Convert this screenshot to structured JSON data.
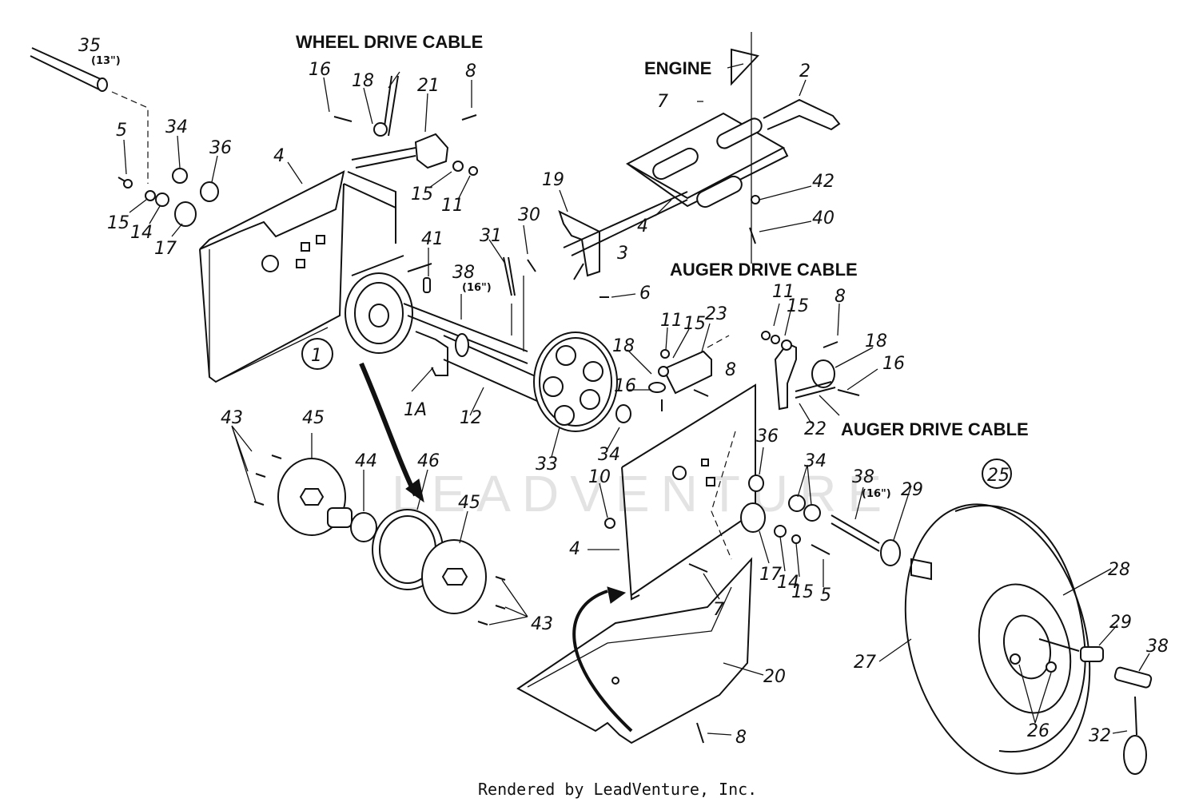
{
  "captions": {
    "wheel_drive_cable": "WHEEL DRIVE CABLE",
    "engine": "ENGINE",
    "auger_drive_cable_top": "AUGER DRIVE CABLE",
    "auger_drive_cable_right": "AUGER DRIVE CABLE"
  },
  "part_numbers": {
    "p35": "35",
    "p35_len": "(13\")",
    "p16a": "16",
    "p18a": "18",
    "p21": "21",
    "p8a": "8",
    "p2": "2",
    "p7a": "7",
    "p5a": "5",
    "p34a": "34",
    "p36a": "36",
    "p4a": "4",
    "p15a": "15",
    "p14a": "14",
    "p17a": "17",
    "p15b": "15",
    "p11a": "11",
    "p19": "19",
    "p4b": "4",
    "p42": "42",
    "p40": "40",
    "p41": "41",
    "p31": "31",
    "p30": "30",
    "p38a": "38",
    "p38a_len": "(16\")",
    "p3": "3",
    "p6": "6",
    "p1": "1",
    "p11b": "11",
    "p15c": "15",
    "p23": "23",
    "p18b": "18",
    "p8b": "8",
    "p16b": "16",
    "p11c": "11",
    "p15d": "15",
    "p8c": "8",
    "p18c": "18",
    "p16c": "16",
    "p22": "22",
    "p1A": "1A",
    "p12": "12",
    "p33": "33",
    "p34b": "34",
    "p43a": "43",
    "p45a": "45",
    "p44": "44",
    "p46": "46",
    "p45b": "45",
    "p43b": "43",
    "p10": "10",
    "p4c": "4",
    "p36b": "36",
    "p34c": "34",
    "p38b": "38",
    "p38b_len": "(16\")",
    "p29a": "29",
    "p25": "25",
    "p17b": "17",
    "p14b": "14",
    "p15e": "15",
    "p5b": "5",
    "p7b": "7",
    "p20": "20",
    "p8d": "8",
    "p27": "27",
    "p28": "28",
    "p29b": "29",
    "p38c": "38",
    "p26": "26",
    "p32": "32"
  },
  "watermark": "LEADVENTURE",
  "footer": "Rendered by LeadVenture, Inc."
}
